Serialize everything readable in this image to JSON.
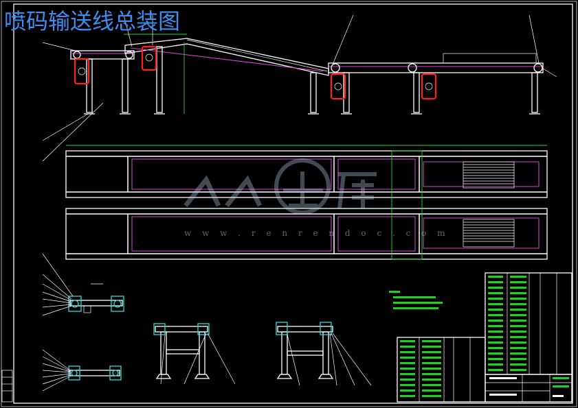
{
  "drawing": {
    "title": "喷码输送线总装图",
    "watermark_brand": "人人文库",
    "watermark_url": "w w w . r e n r e n d o c . c o m",
    "colors": {
      "background": "#000000",
      "line": "#ffffff",
      "belt": "#e040e0",
      "motor": "#ff2020",
      "table": "#20e020",
      "bearing": "#20e0e0",
      "title": "#3d8ef0"
    }
  }
}
